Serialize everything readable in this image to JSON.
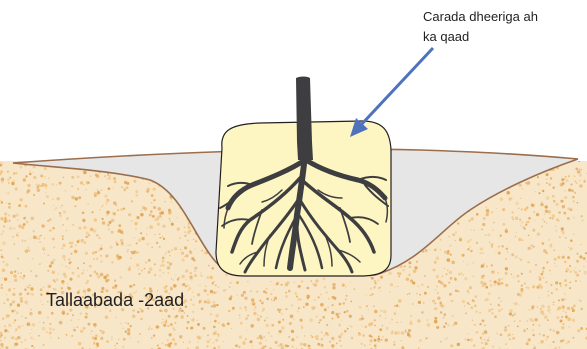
{
  "labels": {
    "callout_line1": "Carada dheeriga ah",
    "callout_line2": "ka qaad",
    "step": "Tallaabada -2aad"
  },
  "colors": {
    "soil_fill": "#f7e6c8",
    "soil_speckle": "#e2a351",
    "soil_speckle_light": "#f0c27e",
    "hole_fill": "#e6e6e6",
    "ground_line": "#9b6e4c",
    "root_ball_fill": "#fdf6c2",
    "root_ball_outline": "#231f20",
    "stem_and_roots": "#3e3e40",
    "arrow": "#4f72bd",
    "text": "#231f20"
  },
  "icons": {
    "arrow": "callout-arrow-icon",
    "stem": "seedling-stem",
    "roots": "root-system"
  }
}
